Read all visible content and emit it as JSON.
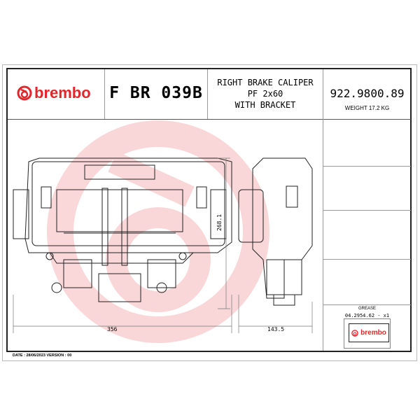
{
  "header": {
    "brand": "brembo",
    "code": "F BR 039B",
    "description": [
      "RIGHT BRAKE CALIPER",
      "PF 2x60",
      "WITH BRACKET"
    ],
    "part_number": "922.9800.89",
    "weight": "WEIGHT 17.2 KG"
  },
  "dimensions": {
    "height": "268.1",
    "width_front": "356",
    "width_side": "143.5"
  },
  "grease": {
    "label": "GREASE",
    "code": "04.2954.62 - x1",
    "brand": "brembo"
  },
  "footer": {
    "date_version": "DATE : 28/06/2023 VERSION : 00"
  },
  "colors": {
    "brand": "#e3262b"
  }
}
